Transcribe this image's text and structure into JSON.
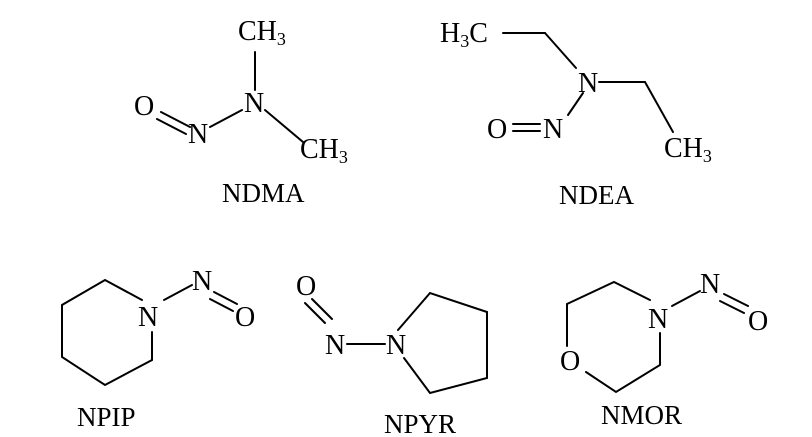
{
  "molecules": {
    "ndma": {
      "name": "NDMA",
      "atoms": {
        "o": "O",
        "n1": "N",
        "n2": "N",
        "ch3_top": "CH",
        "ch3_top_sub": "3",
        "ch3_right": "CH",
        "ch3_right_sub": "3"
      }
    },
    "ndea": {
      "name": "NDEA",
      "atoms": {
        "h3c": "H",
        "h3c_sub": "3",
        "h3c_c": "C",
        "n_amine": "N",
        "n_nitroso": "N",
        "o": "O",
        "ch3": "CH",
        "ch3_sub": "3"
      }
    },
    "npip": {
      "name": "NPIP",
      "atoms": {
        "n_ring": "N",
        "n_nitroso": "N",
        "o": "O"
      }
    },
    "npyr": {
      "name": "NPYR",
      "atoms": {
        "o": "O",
        "n_nitroso": "N",
        "n_ring": "N"
      }
    },
    "nmor": {
      "name": "NMOR",
      "atoms": {
        "o_ring": "O",
        "n_ring": "N",
        "n_nitroso": "N",
        "o": "O"
      }
    }
  }
}
